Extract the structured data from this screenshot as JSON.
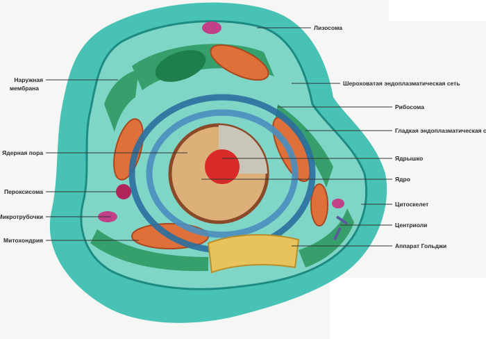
{
  "labels": {
    "lysosome": "Лизосома",
    "outer_membrane_1": "Наружная",
    "outer_membrane_2": "мембрана",
    "rough_er": "Шероховатая эндоплазматическая сеть",
    "ribosome": "Рибосома",
    "smooth_er": "Гладкая эндоплазматическая сеть",
    "nuclear_pore": "Ядерная пора",
    "nucleolus": "Ядрышко",
    "nucleus": "Ядро",
    "peroxisome": "Пероксисома",
    "cytoskeleton": "Цитоскелет",
    "microtubules": "Микротрубочки",
    "centrioles": "Центриоли",
    "mitochondrion": "Митохондрия",
    "golgi": "Аппарат Гольджи"
  },
  "colors": {
    "cytoplasm": "#3cbcb0",
    "membrane": "#1f8c86",
    "er_green": "#2f9a63",
    "nucleus_blue": "#2b6fa0",
    "mitochondria": "#e0703a",
    "nucleolus": "#d92a2a",
    "golgi": "#e8c25a",
    "vesicle": "#b0265a"
  }
}
